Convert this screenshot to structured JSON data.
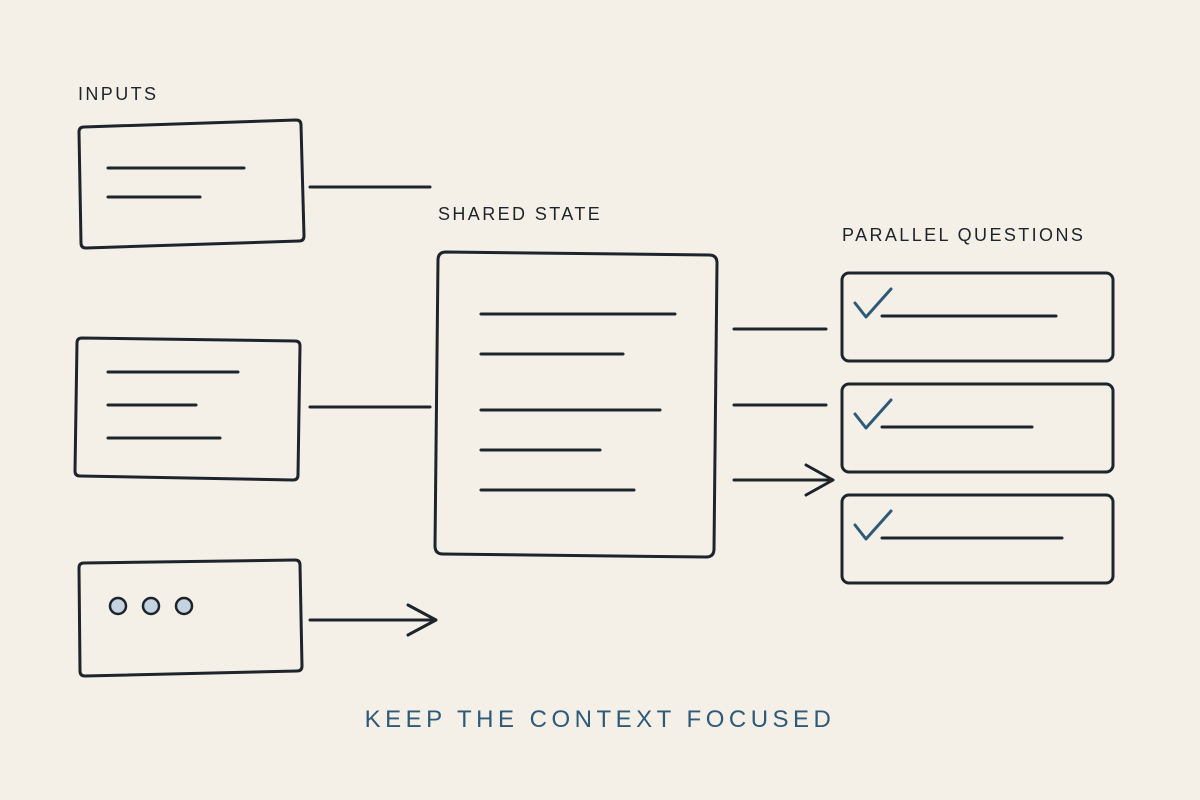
{
  "labels": {
    "inputs": "INPUTS",
    "shared_state": "SHARED STATE",
    "parallel_questions": "PARALLEL QUESTIONS"
  },
  "tagline": "KEEP THE CONTEXT FOCUSED",
  "colors": {
    "background": "#f4f0e8",
    "ink": "#1e242b",
    "accent": "#2e5a78",
    "dot_fill": "#c5d3e0"
  },
  "icons": [
    "checkmark-icon",
    "dot-icon",
    "arrow-icon"
  ]
}
